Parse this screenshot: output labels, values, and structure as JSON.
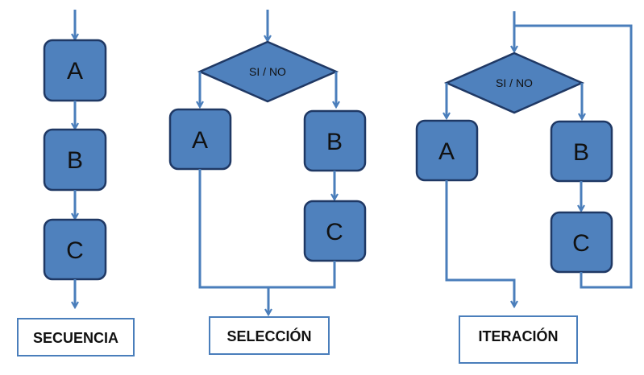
{
  "colors": {
    "box_fill": "#4f81bd",
    "box_stroke": "#1f3864",
    "arrow": "#4a7ebb",
    "label_border": "#4a7ebb"
  },
  "secuencia": {
    "box_a": "A",
    "box_b": "B",
    "box_c": "C",
    "label": "SECUENCIA"
  },
  "seleccion": {
    "decision": "SI / NO",
    "box_a": "A",
    "box_b": "B",
    "box_c": "C",
    "label": "SELECCIÓN"
  },
  "iteracion": {
    "decision": "SI / NO",
    "box_a": "A",
    "box_b": "B",
    "box_c": "C",
    "label": "ITERACIÓN"
  }
}
